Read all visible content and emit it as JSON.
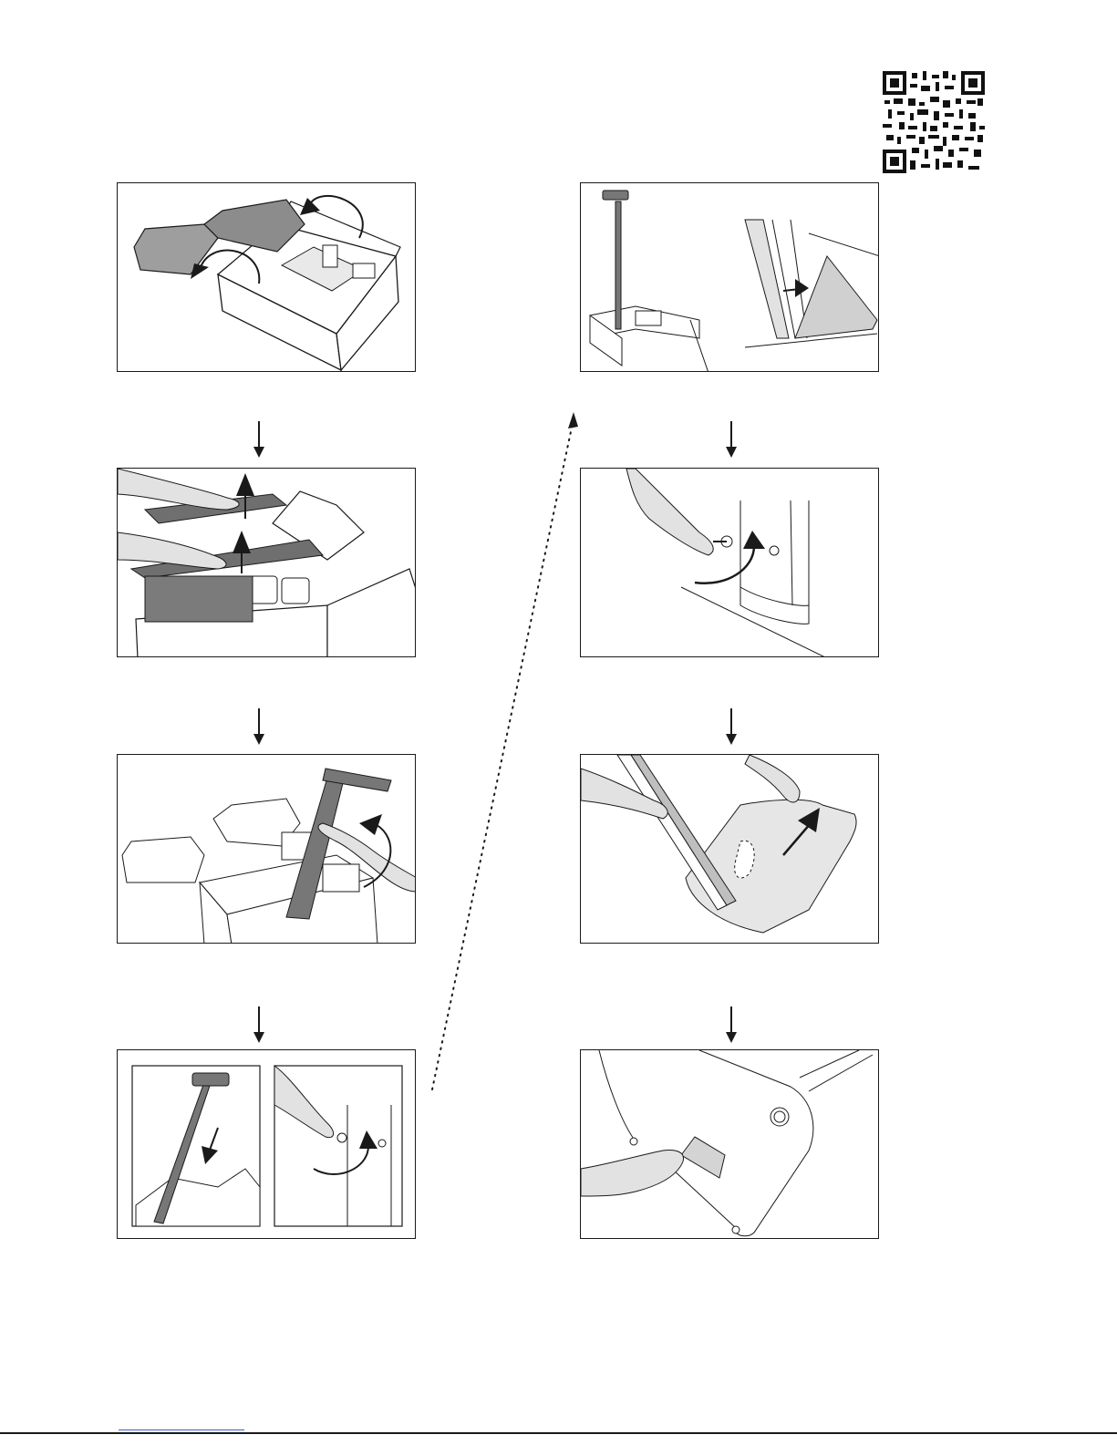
{
  "document": {
    "type": "unpacking instruction sheet",
    "qr_code": "qr-code-icon",
    "steps": [
      {
        "id": 1,
        "column": "left",
        "icon": "open-box-flaps-illustration"
      },
      {
        "id": 2,
        "column": "left",
        "icon": "lift-foam-inserts-illustration"
      },
      {
        "id": 3,
        "column": "left",
        "icon": "raise-handle-illustration"
      },
      {
        "id": 4,
        "column": "left",
        "icon": "extend-handle-and-screw-illustration"
      },
      {
        "id": 5,
        "column": "right",
        "icon": "handle-upright-in-box-illustration"
      },
      {
        "id": 6,
        "column": "right",
        "icon": "tighten-knob-illustration"
      },
      {
        "id": 7,
        "column": "right",
        "icon": "lift-out-of-box-illustration"
      },
      {
        "id": 8,
        "column": "right",
        "icon": "remove-label-illustration"
      }
    ],
    "colors": {
      "line": "#1a1a1a",
      "dark_fill": "#7a7a7a",
      "mid_fill": "#b8b8b8",
      "light_fill": "#dcdcdc",
      "link_underline": "#3a5bd0"
    }
  }
}
